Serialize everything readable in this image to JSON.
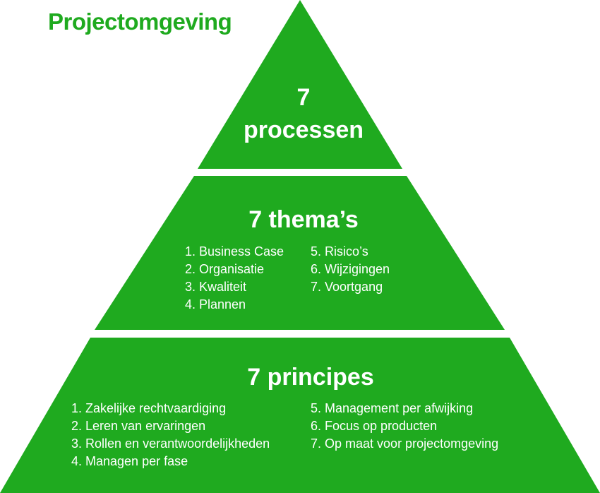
{
  "title": "Projectomgeving",
  "colors": {
    "green": "#1faa1f",
    "text_on_green": "#ffffff",
    "background": "#ffffff"
  },
  "tiers": {
    "top": {
      "number": "7",
      "label": "processen"
    },
    "middle": {
      "heading": "7 thema’s",
      "left_items": [
        "1. Business Case",
        "2. Organisatie",
        "3. Kwaliteit",
        "4. Plannen"
      ],
      "right_items": [
        "5. Risico’s",
        "6. Wijzigingen",
        "7. Voortgang"
      ]
    },
    "bottom": {
      "heading": "7 principes",
      "left_items": [
        "1. Zakelijke rechtvaardiging",
        "2. Leren van ervaringen",
        "3. Rollen en verantwoordelijkheden",
        "4. Managen per fase"
      ],
      "right_items": [
        "5. Management per afwijking",
        "6. Focus op producten",
        "7. Op maat voor projectomgeving"
      ]
    }
  }
}
